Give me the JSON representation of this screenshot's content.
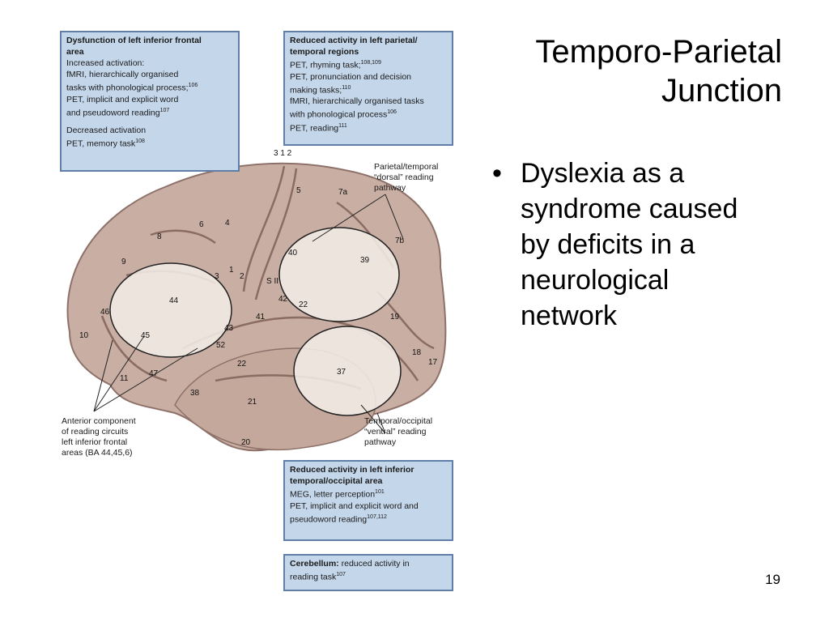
{
  "slide": {
    "title_line1": "Temporo-Parietal",
    "title_line2": "Junction",
    "bullet": "•",
    "bullet_lines": [
      "Dyslexia as a",
      "syndrome caused",
      "by deficits in a",
      "neurological",
      "network"
    ],
    "page_number": "19"
  },
  "figure": {
    "box_frontal": {
      "title_lines": [
        "Dysfunction of left inferior frontal",
        "area"
      ],
      "lines": [
        "Increased activation:",
        "fMRI, hierarchically organised",
        "tasks with phonological process;",
        "PET, implicit and explicit word",
        "and pseudoword reading"
      ],
      "refs": {
        "tasks": "106",
        "reading": "107"
      },
      "lines2": [
        "Decreased activation",
        "PET, memory task"
      ],
      "ref_memory": "108"
    },
    "box_parietal": {
      "title_lines": [
        "Reduced activity in left parietal/",
        "temporal regions"
      ],
      "line1": "PET, rhyming task;",
      "ref1": "108,109",
      "line2": "PET, pronunciation and decision",
      "line3": "making tasks;",
      "ref3": "110",
      "line4": "fMRI, hierarchically organised tasks",
      "line5": "with phonological process",
      "ref5": "106",
      "line6": "PET, reading",
      "ref6": "111"
    },
    "box_occipital": {
      "title_lines": [
        "Reduced activity in left inferior",
        "temporal/occipital area"
      ],
      "line1": "MEG, letter perception",
      "ref1": "101",
      "line2": "PET, implicit and explicit word and",
      "line3": "pseudoword reading",
      "ref3": "107,112"
    },
    "box_cerebellum": {
      "title": "Cerebellum:",
      "text1": " reduced activity in",
      "text2": "reading task",
      "ref": "107"
    },
    "callout_dorsal": [
      "Parietal/temporal",
      "“dorsal” reading",
      "pathway"
    ],
    "callout_ventral": [
      "Temporal/occipital",
      "“ventral” reading",
      "pathway"
    ],
    "callout_anterior": [
      "Anterior component",
      "of reading circuits",
      "left inferior frontal",
      "areas (BA 44,45,6)"
    ],
    "top_numbers": "3  1  2",
    "areas": [
      {
        "label": "8"
      },
      {
        "label": "6"
      },
      {
        "label": "4"
      },
      {
        "label": "5"
      },
      {
        "label": "7a"
      },
      {
        "label": "9"
      },
      {
        "label": "3"
      },
      {
        "label": "1"
      },
      {
        "label": "2"
      },
      {
        "label": "40"
      },
      {
        "label": "39"
      },
      {
        "label": "7b"
      },
      {
        "label": "S II"
      },
      {
        "label": "44"
      },
      {
        "label": "46"
      },
      {
        "label": "42"
      },
      {
        "label": "22"
      },
      {
        "label": "41"
      },
      {
        "label": "19"
      },
      {
        "label": "43"
      },
      {
        "label": "10"
      },
      {
        "label": "45"
      },
      {
        "label": "52"
      },
      {
        "label": "18"
      },
      {
        "label": "17"
      },
      {
        "label": "22"
      },
      {
        "label": "47"
      },
      {
        "label": "37"
      },
      {
        "label": "11"
      },
      {
        "label": "38"
      },
      {
        "label": "21"
      },
      {
        "label": "20"
      }
    ],
    "colors": {
      "brain": "#c9aea3",
      "brain_dark": "#9c7f75",
      "highlight": "#f2ece6",
      "box": "#c4d6ea",
      "box_border": "#5f7fa8"
    }
  }
}
